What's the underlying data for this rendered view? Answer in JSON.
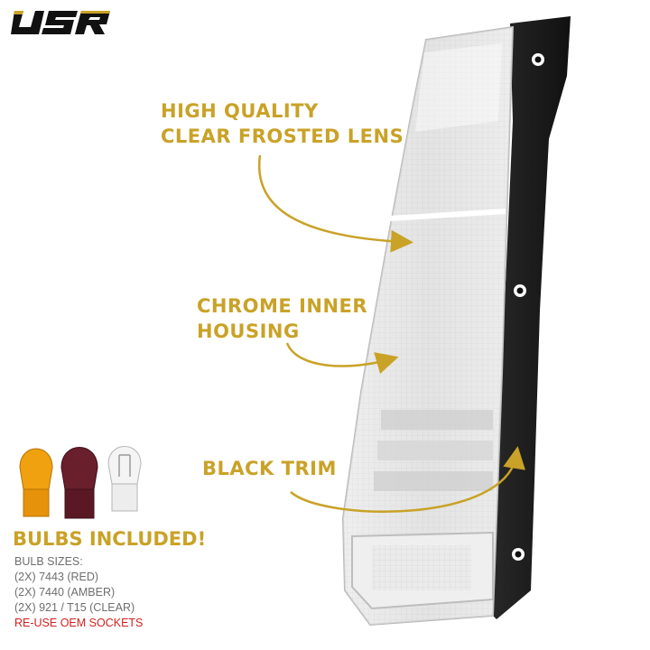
{
  "brand": {
    "logo_text": "USR"
  },
  "callouts": {
    "lens_line1": "HIGH QUALITY",
    "lens_line2": "CLEAR FROSTED LENS",
    "housing_line1": "CHROME INNER",
    "housing_line2": "HOUSING",
    "trim": "BLACK TRIM"
  },
  "bulbs": {
    "heading": "BULBS INCLUDED!",
    "sizes_label": "BULB SIZES:",
    "items": [
      "(2X) 7443 (RED)",
      "(2X) 7440 (AMBER)",
      "(2X) 921 / T15 (CLEAR)"
    ],
    "note": "RE-USE OEM SOCKETS"
  },
  "colors": {
    "accent": "#c9a227",
    "note_red": "#d21f1f",
    "text_gray": "#6e6e6e"
  }
}
